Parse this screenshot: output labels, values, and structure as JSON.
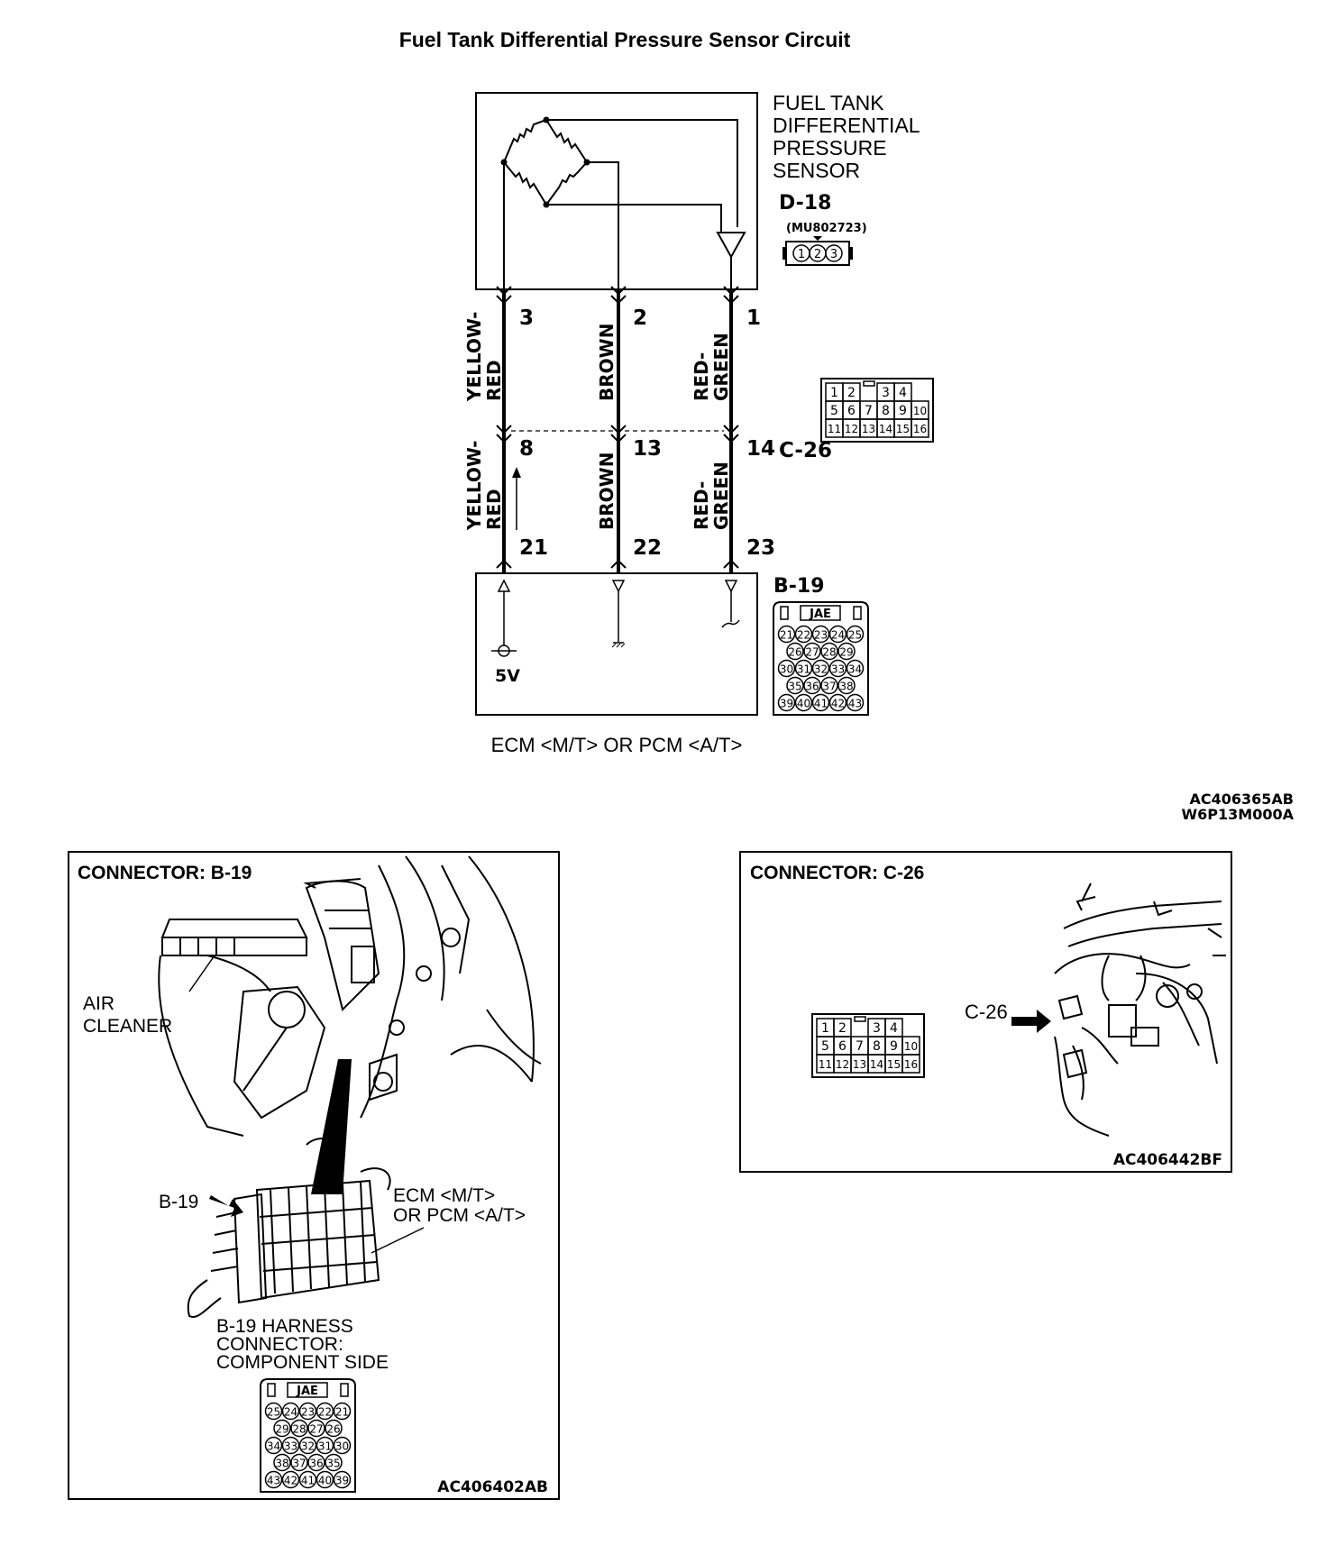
{
  "title": "Fuel Tank Differential Pressure Sensor Circuit",
  "sensor": {
    "label_lines": [
      "FUEL TANK",
      "DIFFERENTIAL",
      "PRESSURE",
      "SENSOR"
    ],
    "connector": "D-18",
    "part_no": "(MU802723)",
    "pins": [
      "1",
      "2",
      "3"
    ]
  },
  "wires": [
    {
      "color": [
        "YELLOW-",
        "RED"
      ],
      "pin_sensor": "3",
      "pin_c26": "8",
      "pin_b19": "21"
    },
    {
      "color": [
        "BROWN"
      ],
      "pin_sensor": "2",
      "pin_c26": "13",
      "pin_b19": "22"
    },
    {
      "color": [
        "RED-",
        "GREEN"
      ],
      "pin_sensor": "1",
      "pin_c26": "14",
      "pin_b19": "23"
    }
  ],
  "c26": {
    "label": "C-26",
    "rows": [
      [
        "1",
        "2",
        "",
        "3",
        "4"
      ],
      [
        "5",
        "6",
        "7",
        "8",
        "9",
        "10"
      ],
      [
        "11",
        "12",
        "13",
        "14",
        "15",
        "16"
      ]
    ]
  },
  "ecm": {
    "connector": "B-19",
    "jae": "JAE",
    "voltage": "5V",
    "rows": [
      [
        "21",
        "22",
        "23",
        "24",
        "25"
      ],
      [
        "26",
        "27",
        "28",
        "29"
      ],
      [
        "30",
        "31",
        "32",
        "33",
        "34"
      ],
      [
        "35",
        "36",
        "37",
        "38"
      ],
      [
        "39",
        "40",
        "41",
        "42",
        "43"
      ]
    ],
    "caption": "ECM <M/T> OR PCM <A/T>"
  },
  "figure_codes": [
    "AC406365AB",
    "W6P13M000A"
  ],
  "panel_b19": {
    "title": "CONNECTOR: B-19",
    "air_cleaner": [
      "AIR",
      "CLEANER"
    ],
    "b19_label": "B-19",
    "ecm_label": [
      "ECM <M/T>",
      "OR PCM <A/T>"
    ],
    "harness_label": [
      "B-19 HARNESS",
      "CONNECTOR:",
      "COMPONENT SIDE"
    ],
    "jae": "JAE",
    "rows": [
      [
        "25",
        "24",
        "23",
        "22",
        "21"
      ],
      [
        "29",
        "28",
        "27",
        "26"
      ],
      [
        "34",
        "33",
        "32",
        "31",
        "30"
      ],
      [
        "38",
        "37",
        "36",
        "35"
      ],
      [
        "43",
        "42",
        "41",
        "40",
        "39"
      ]
    ],
    "code": "AC406402AB"
  },
  "panel_c26": {
    "title": "CONNECTOR: C-26",
    "c26_label": "C-26",
    "rows": [
      [
        "1",
        "2",
        "",
        "3",
        "4"
      ],
      [
        "5",
        "6",
        "7",
        "8",
        "9",
        "10"
      ],
      [
        "11",
        "12",
        "13",
        "14",
        "15",
        "16"
      ]
    ],
    "code": "AC406442BF"
  }
}
